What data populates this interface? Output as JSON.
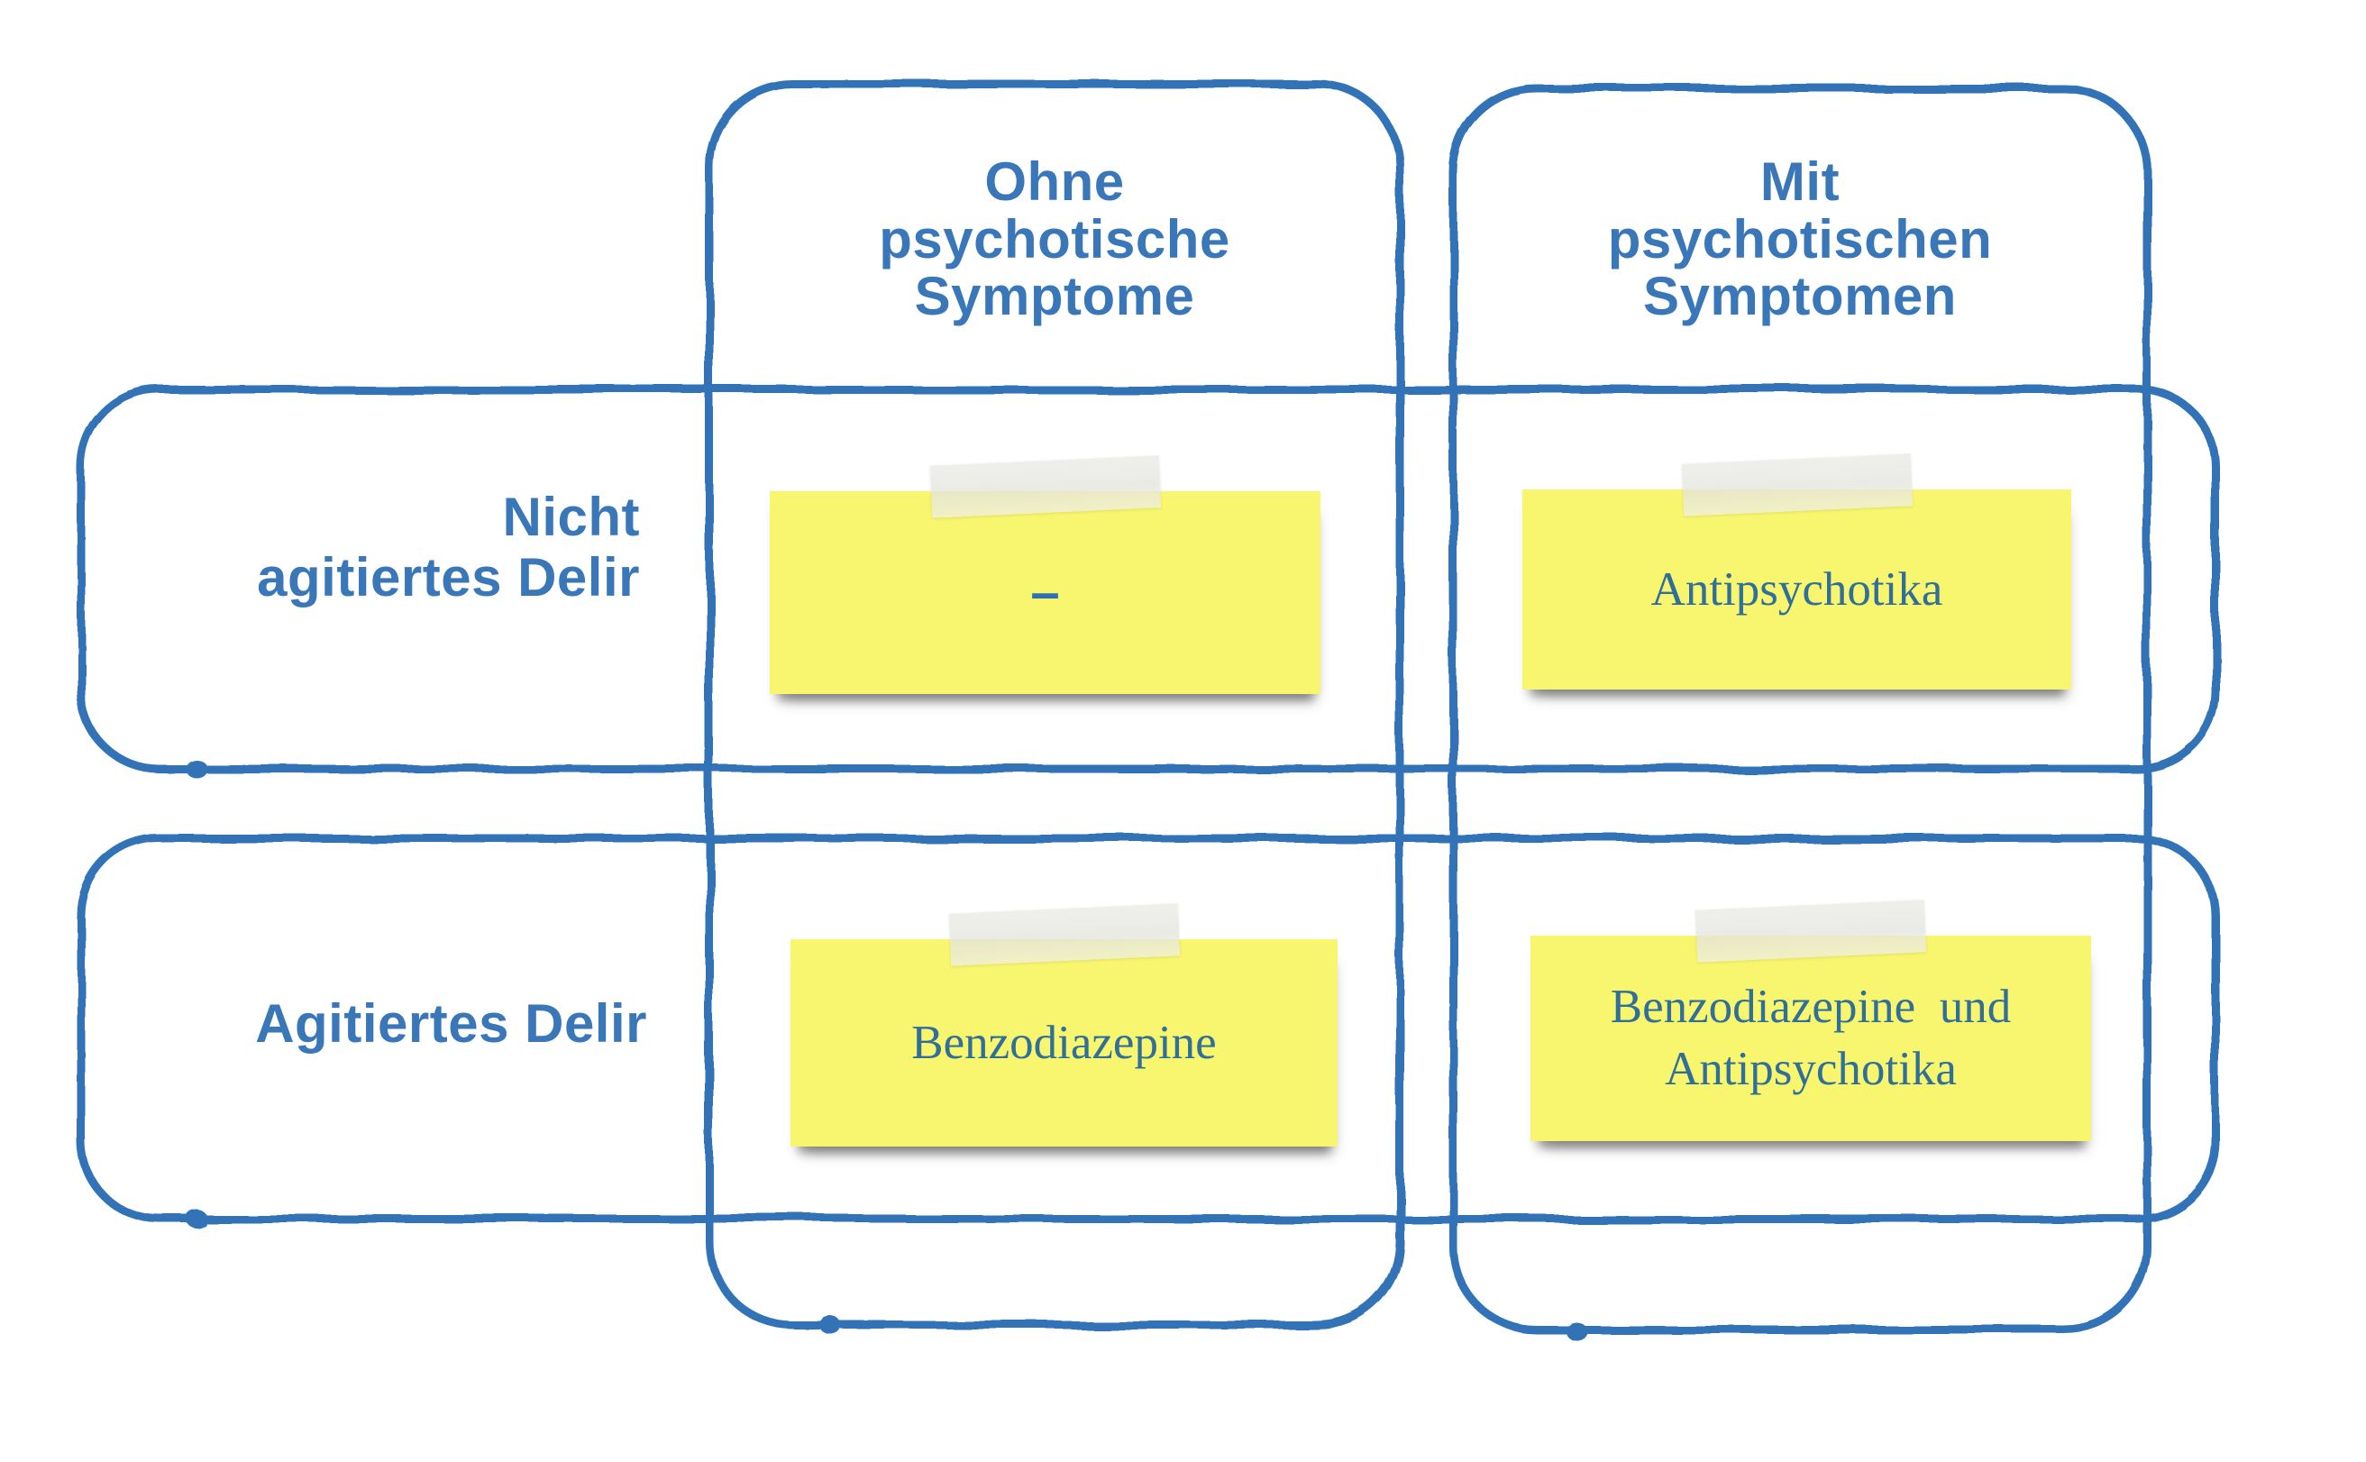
{
  "diagram": {
    "columns": [
      {
        "label": "Ohne\npsychotische\nSymptome"
      },
      {
        "label": "Mit\npsychotischen\nSymptomen"
      }
    ],
    "rows": [
      {
        "label": "Nicht\nagitiertes Delir"
      },
      {
        "label": "Agitiertes Delir"
      }
    ],
    "notes": [
      {
        "row": "Nicht agitiertes Delir",
        "column": "Ohne psychotische Symptome",
        "text": "–"
      },
      {
        "row": "Nicht agitiertes Delir",
        "column": "Mit psychotischen Symptomen",
        "text": "Antipsychotika"
      },
      {
        "row": "Agitiertes Delir",
        "column": "Ohne psychotische Symptome",
        "text": "Benzodiazepine"
      },
      {
        "row": "Agitiertes Delir",
        "column": "Mit psychotischen Symptomen",
        "text": "Benzodiazepine  und\nAntipsychotika"
      }
    ],
    "colors": {
      "outline_blue": "#3273B7",
      "header_text_blue": "#3A77B9",
      "note_text_blue": "#2F6F9A",
      "dash_blue": "#2F71B0",
      "note_yellow": "#F8F66E",
      "tape_gray": "#E9E9E5",
      "background": "#FFFFFF"
    }
  }
}
